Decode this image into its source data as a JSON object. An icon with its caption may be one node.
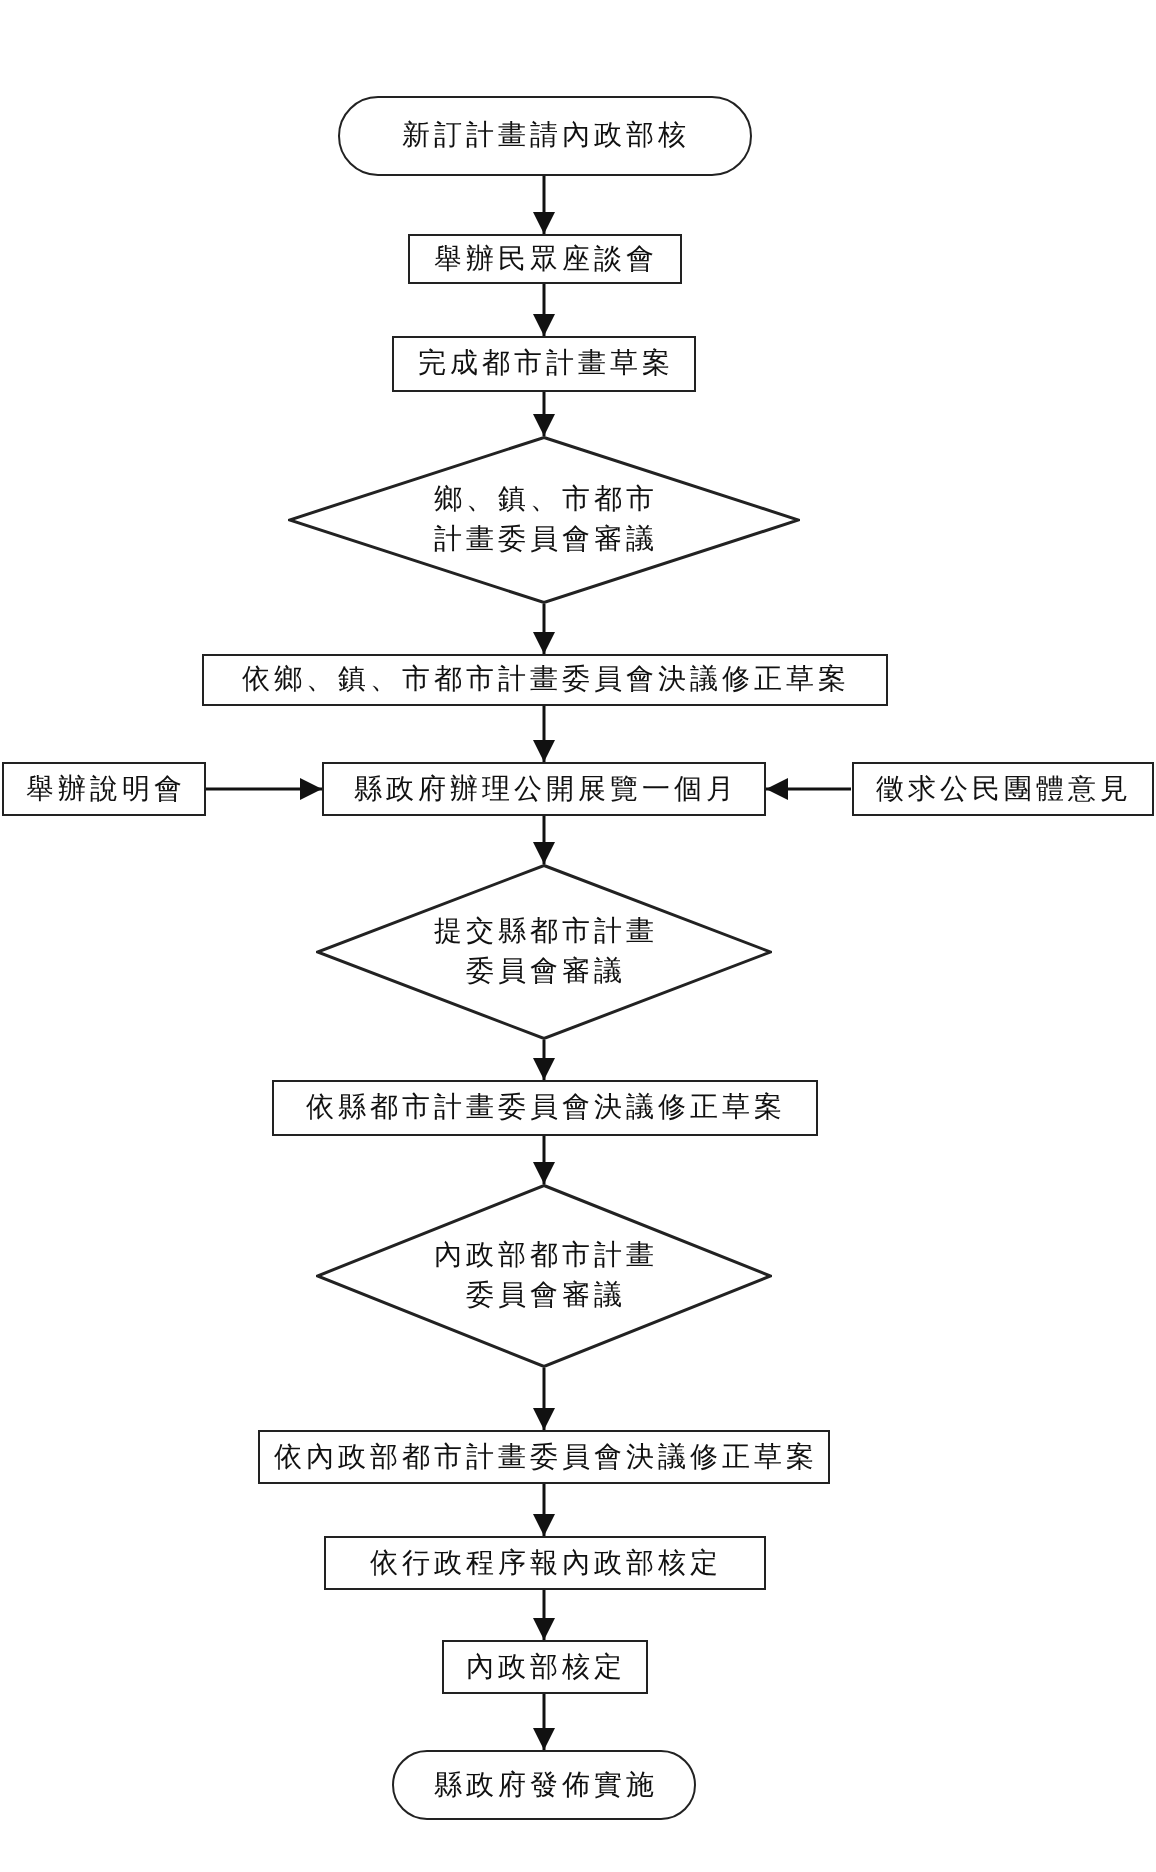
{
  "diagram": {
    "nodes": [
      {
        "text": [
          "新訂計畫請內政部核"
        ]
      },
      {
        "text": [
          "舉辦民眾座談會"
        ]
      },
      {
        "text": [
          "完成都市計畫草案"
        ]
      },
      {
        "text": [
          "鄉、鎮、市都市計畫委員會審議"
        ]
      },
      {
        "text": [
          "依鄉、鎮、市都市計畫委員會決議修正草案"
        ]
      },
      {
        "text": [
          "舉辦說明會"
        ]
      },
      {
        "text": [
          "縣政府辦理公開展覽一個月"
        ]
      },
      {
        "text": [
          "徵求公民團體意見"
        ]
      },
      {
        "text": [
          "提交縣都市計畫委員會審議"
        ]
      },
      {
        "text": [
          "依縣都市計畫委員會決議修正草案"
        ]
      },
      {
        "text": [
          "內政部都市計畫委員會審議"
        ]
      },
      {
        "text": [
          "依內政部都市計畫委員會決議修正草案"
        ]
      },
      {
        "text": [
          "依行政程序報內政部核定"
        ]
      },
      {
        "text": [
          "內政部核定"
        ]
      },
      {
        "text": [
          "縣政府發佈實施"
        ]
      }
    ],
    "edges": [
      {
        "from": 0,
        "to": 1,
        "arrow": "to"
      },
      {
        "from": 1,
        "to": 2,
        "arrow": "to"
      },
      {
        "from": 2,
        "to": 3,
        "arrow": "to"
      },
      {
        "from": 3,
        "to": 4,
        "arrow": "to"
      },
      {
        "from": 4,
        "to": 6,
        "arrow": "to"
      },
      {
        "from": 5,
        "to": 6,
        "arrow": "to"
      },
      {
        "from": 7,
        "to": 6,
        "arrow": "to"
      },
      {
        "from": 6,
        "to": 8,
        "arrow": "to"
      },
      {
        "from": 8,
        "to": 9,
        "arrow": "to"
      },
      {
        "from": 9,
        "to": 10,
        "arrow": "to"
      },
      {
        "from": 10,
        "to": 11,
        "arrow": "to"
      },
      {
        "from": 11,
        "to": 12,
        "arrow": "to"
      },
      {
        "from": 12,
        "to": 13,
        "arrow": "to"
      },
      {
        "from": 13,
        "to": 14,
        "arrow": "to"
      }
    ]
  }
}
